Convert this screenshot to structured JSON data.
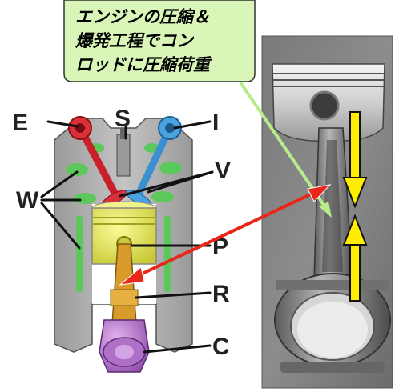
{
  "callout": {
    "lines": [
      "エンジンの圧縮＆",
      "爆発工程でコン",
      "ロッドに圧縮荷重"
    ]
  },
  "labels": {
    "E": "E",
    "S": "S",
    "I": "I",
    "V": "V",
    "W": "W",
    "P": "P",
    "R": "R",
    "C": "C"
  },
  "colors": {
    "callout_fill": "#d9f5b8",
    "callout_stroke": "#333333",
    "arrow_red": "#e8261a",
    "arrow_yellow": "#ffee00",
    "arrow_green": "#c8f0a0",
    "piston": "#e6e650",
    "exhaust_valve": "#d9303a",
    "intake_valve": "#4aa3e0",
    "coolant": "#5cc85c",
    "crank": "#b070c8",
    "rod": "#d89a2a"
  }
}
